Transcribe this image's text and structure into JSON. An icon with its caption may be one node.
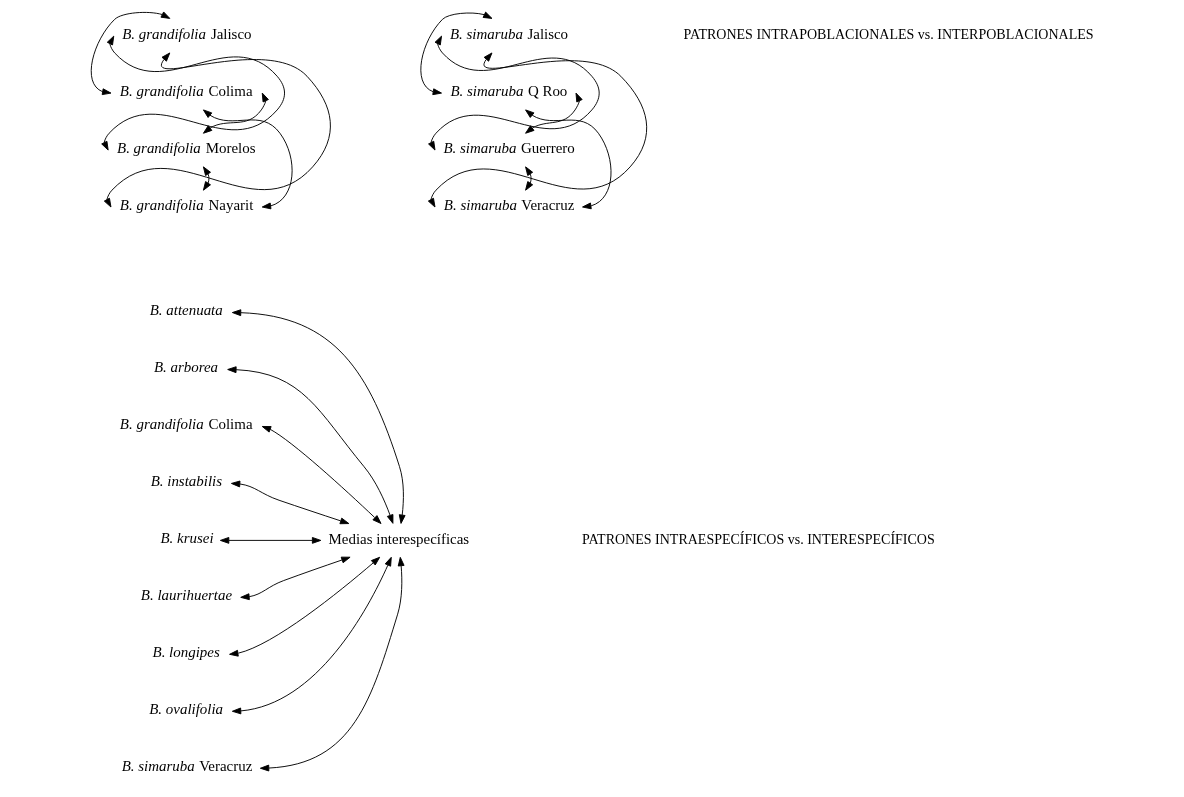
{
  "diagram": {
    "nodes": [
      {
        "text": [
          "*B. grandifolia* Jalisco"
        ]
      },
      {
        "text": [
          "*B. grandifolia* Colima"
        ]
      },
      {
        "text": [
          "*B. grandifolia* Morelos"
        ]
      },
      {
        "text": [
          "*B. grandifolia* Nayarit"
        ]
      },
      {
        "text": [
          "*B. simaruba* Jalisco"
        ]
      },
      {
        "text": [
          "*B. simaruba* Q Roo"
        ]
      },
      {
        "text": [
          "*B. simaruba* Guerrero"
        ]
      },
      {
        "text": [
          "*B. simaruba* Veracruz"
        ]
      },
      {
        "text": [
          "*B. attenuata*"
        ]
      },
      {
        "text": [
          "*B. arborea*"
        ]
      },
      {
        "text": [
          "*B. grandifolia* Colima"
        ]
      },
      {
        "text": [
          "*B. instabilis*"
        ]
      },
      {
        "text": [
          "*B. krusei*"
        ]
      },
      {
        "text": [
          "*B. laurihuertae*"
        ]
      },
      {
        "text": [
          "*B. longipes*"
        ]
      },
      {
        "text": [
          "*B. ovalifolia*"
        ]
      },
      {
        "text": [
          "*B. simaruba* Veracruz"
        ]
      },
      {
        "text": [
          "Medias interespecíficas"
        ]
      }
    ],
    "edges": [
      {
        "from": 0,
        "to": 1,
        "arrow": "both"
      },
      {
        "from": 0,
        "to": 2,
        "arrow": "both"
      },
      {
        "from": 0,
        "to": 3,
        "arrow": "both"
      },
      {
        "from": 1,
        "to": 2,
        "arrow": "both"
      },
      {
        "from": 2,
        "to": 3,
        "arrow": "both"
      },
      {
        "from": 1,
        "to": 3,
        "arrow": "both"
      },
      {
        "from": 4,
        "to": 5,
        "arrow": "both"
      },
      {
        "from": 4,
        "to": 6,
        "arrow": "both"
      },
      {
        "from": 4,
        "to": 7,
        "arrow": "both"
      },
      {
        "from": 5,
        "to": 6,
        "arrow": "both"
      },
      {
        "from": 6,
        "to": 7,
        "arrow": "both"
      },
      {
        "from": 5,
        "to": 7,
        "arrow": "both"
      },
      {
        "from": 17,
        "to": 8,
        "arrow": "both"
      },
      {
        "from": 17,
        "to": 9,
        "arrow": "both"
      },
      {
        "from": 17,
        "to": 10,
        "arrow": "both"
      },
      {
        "from": 17,
        "to": 11,
        "arrow": "both"
      },
      {
        "from": 17,
        "to": 12,
        "arrow": "both"
      },
      {
        "from": 17,
        "to": 13,
        "arrow": "both"
      },
      {
        "from": 17,
        "to": 14,
        "arrow": "both"
      },
      {
        "from": 17,
        "to": 15,
        "arrow": "both"
      },
      {
        "from": 17,
        "to": 16,
        "arrow": "both"
      }
    ],
    "labels": [
      "PATRONES INTRAPOBLACIONALES vs. INTERPOBLACIONALES",
      "PATRONES INTRAESPECÍFICOS vs. INTERESPECÍFICOS"
    ]
  }
}
